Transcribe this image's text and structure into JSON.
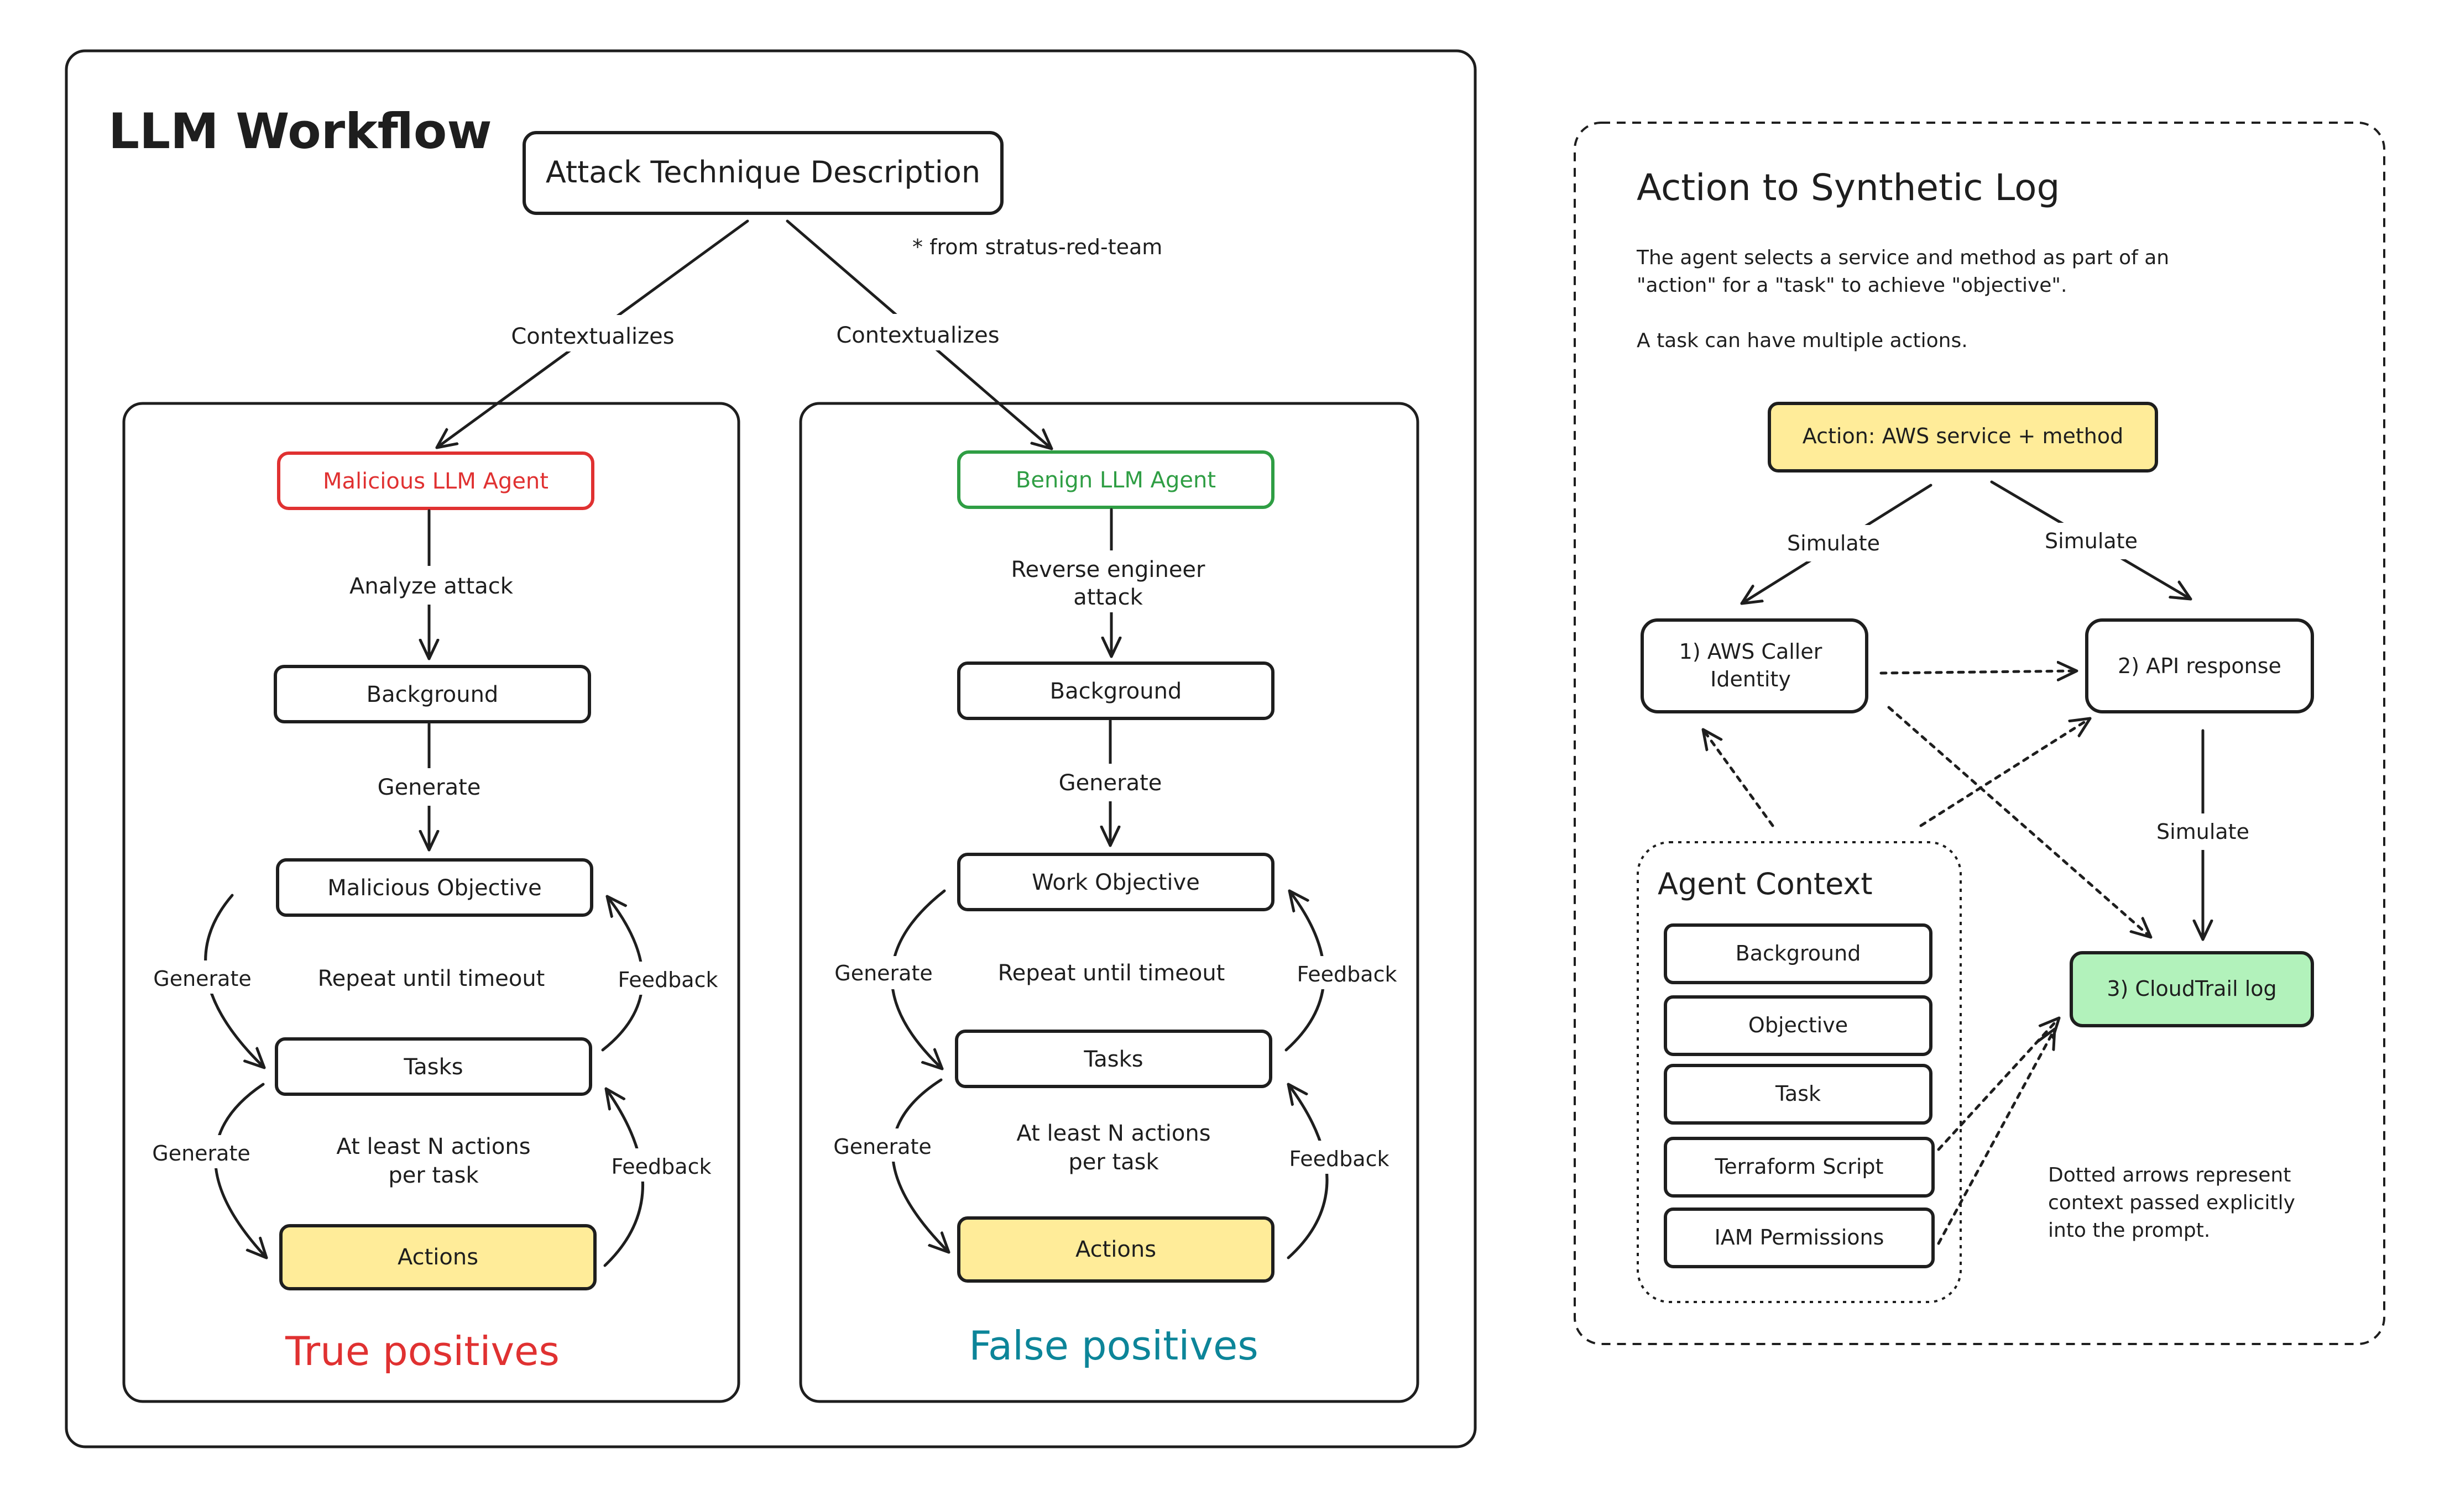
{
  "colors": {
    "stroke": "#1e1e1e",
    "malicious": "#e03131",
    "benign": "#2f9e44",
    "true_positive_text": "#e03131",
    "false_positive_text": "#0c8599",
    "highlight_yellow": "#ffec99",
    "highlight_green": "#b2f2bb"
  },
  "workflow": {
    "title": "LLM Workflow",
    "root": "Attack Technique Description",
    "root_note": "* from stratus-red-team",
    "left_edge": "Contextualizes",
    "right_edge": "Contextualizes",
    "malicious": {
      "agent": "Malicious LLM Agent",
      "edge_analyze": "Analyze attack",
      "background": "Background",
      "edge_generate": "Generate",
      "objective": "Malicious Objective",
      "loop_generate_1": "Generate",
      "loop_repeat": "Repeat until timeout",
      "loop_feedback_1": "Feedback",
      "tasks": "Tasks",
      "loop_generate_2": "Generate",
      "loop_min_actions_1": "At least N actions",
      "loop_min_actions_2": "per task",
      "loop_feedback_2": "Feedback",
      "actions": "Actions",
      "result": "True positives"
    },
    "benign": {
      "agent": "Benign LLM Agent",
      "edge_reverse_1": "Reverse engineer",
      "edge_reverse_2": "attack",
      "background": "Background",
      "edge_generate": "Generate",
      "objective": "Work Objective",
      "loop_generate_1": "Generate",
      "loop_repeat": "Repeat until timeout",
      "loop_feedback_1": "Feedback",
      "tasks": "Tasks",
      "loop_generate_2": "Generate",
      "loop_min_actions_1": "At least N actions",
      "loop_min_actions_2": "per task",
      "loop_feedback_2": "Feedback",
      "actions": "Actions",
      "result": "False positives"
    }
  },
  "synthetic": {
    "title": "Action to Synthetic Log",
    "desc_line1": "The agent selects a service and method as part of an",
    "desc_line2": "\"action\" for a \"task\" to achieve \"objective\".",
    "desc_line3": "A task can have multiple actions.",
    "action": "Action: AWS service + method",
    "edge_simulate_left": "Simulate",
    "edge_simulate_right": "Simulate",
    "caller_identity_1": "1) AWS Caller",
    "caller_identity_2": "Identity",
    "api_response": "2) API response",
    "edge_simulate_down": "Simulate",
    "cloudtrail": "3) CloudTrail log",
    "context_title": "Agent Context",
    "context_items": [
      "Background",
      "Objective",
      "Task",
      "Terraform Script",
      "IAM Permissions"
    ],
    "note_line1": "Dotted arrows represent",
    "note_line2": "context passed explicitly",
    "note_line3": "into the prompt."
  }
}
